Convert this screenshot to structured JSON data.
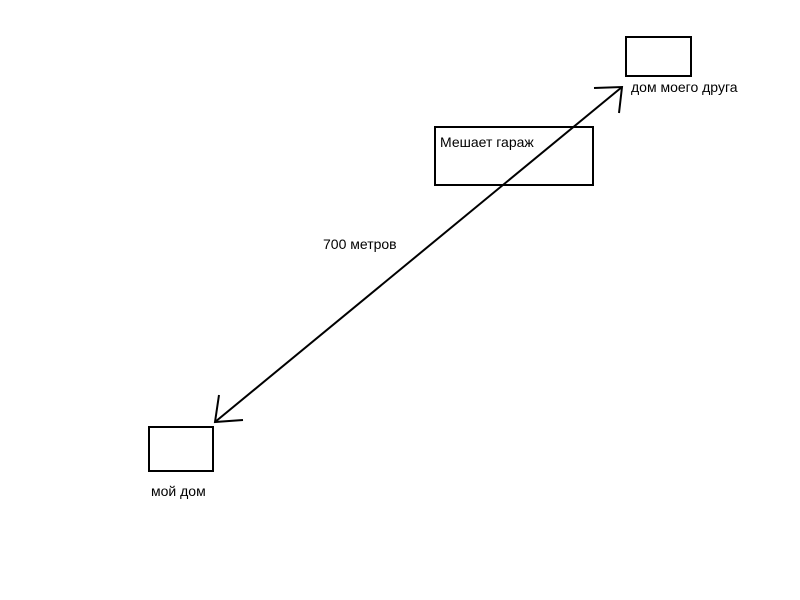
{
  "nodes": {
    "friend_house": {
      "label": "дом моего друга"
    },
    "my_house": {
      "label": "мой дом"
    },
    "garage": {
      "label": "Мешает гараж"
    }
  },
  "edge": {
    "label": "700 метров",
    "arrowheads": "both"
  },
  "colors": {
    "background": "#ffffff",
    "stroke": "#000000",
    "text": "#000000"
  }
}
